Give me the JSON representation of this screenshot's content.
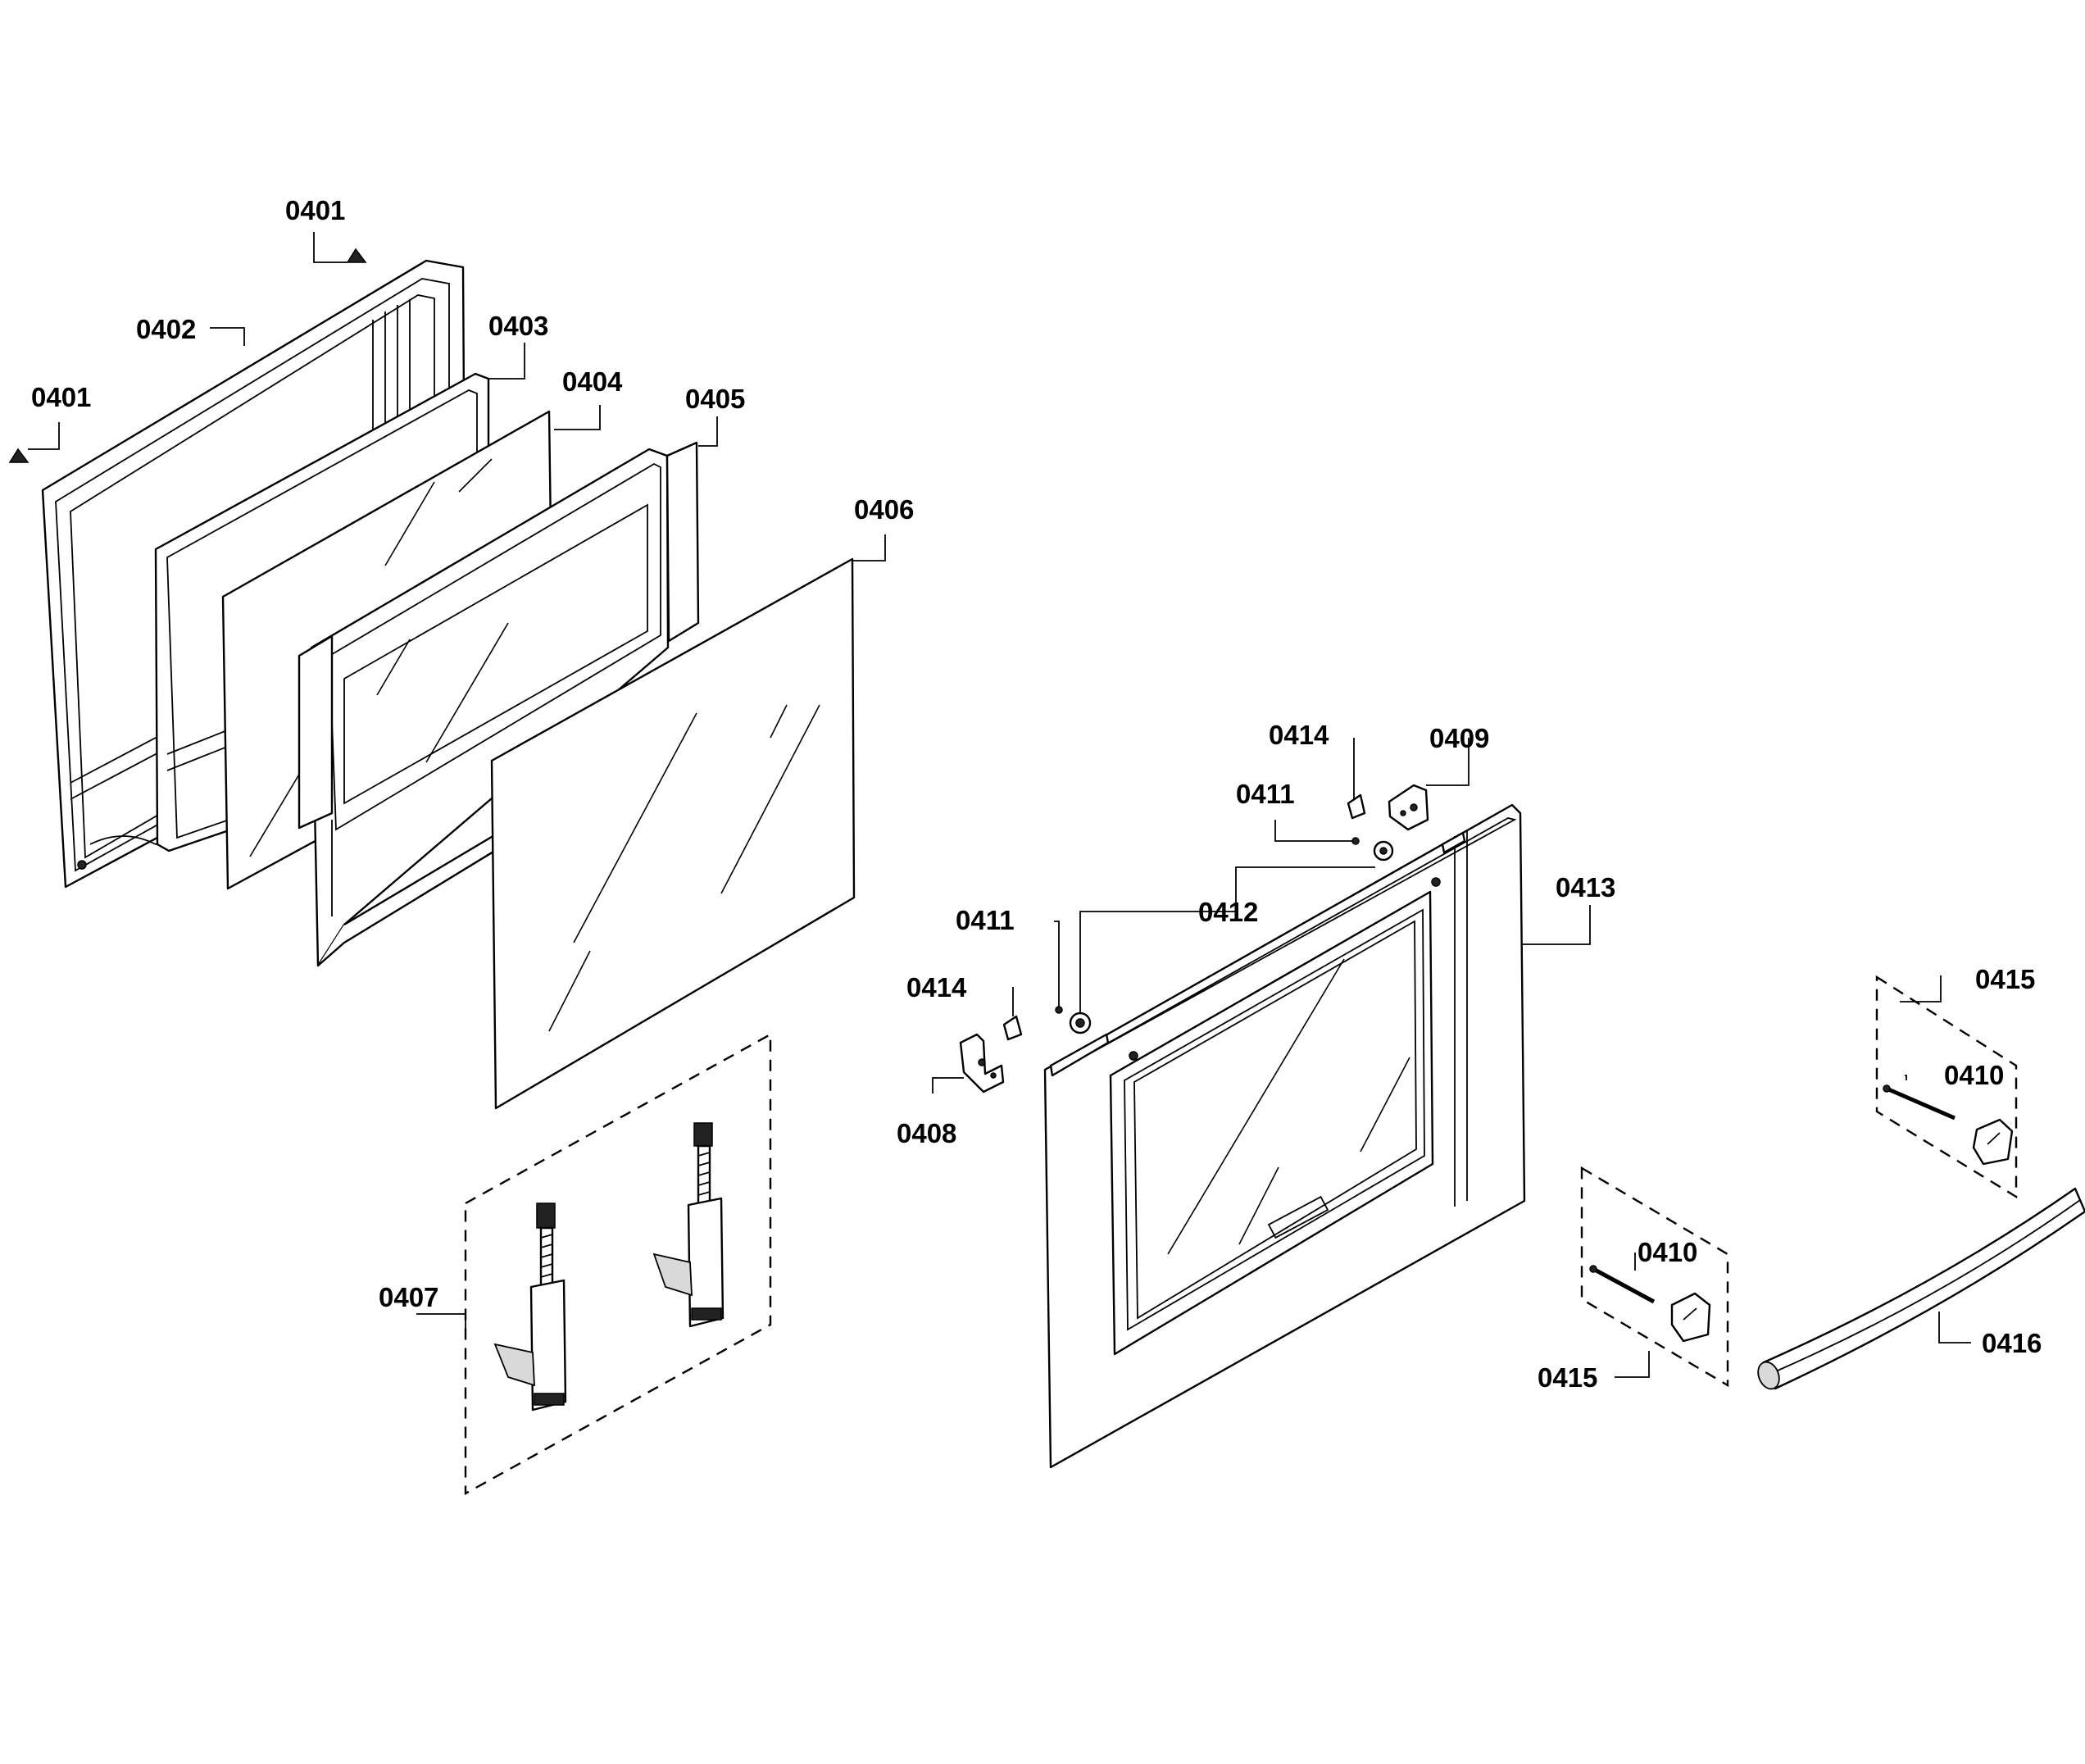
{
  "callouts": {
    "c0401a": "0401",
    "c0401b": "0401",
    "c0402": "0402",
    "c0403": "0403",
    "c0404": "0404",
    "c0405": "0405",
    "c0406": "0406",
    "c0407": "0407",
    "c0408": "0408",
    "c0409": "0409",
    "c0410a": "0410",
    "c0410b": "0410",
    "c0411a": "0411",
    "c0411b": "0411",
    "c0412": "0412",
    "c0413": "0413",
    "c0414a": "0414",
    "c0414b": "0414",
    "c0415a": "0415",
    "c0415b": "0415",
    "c0416": "0416"
  }
}
